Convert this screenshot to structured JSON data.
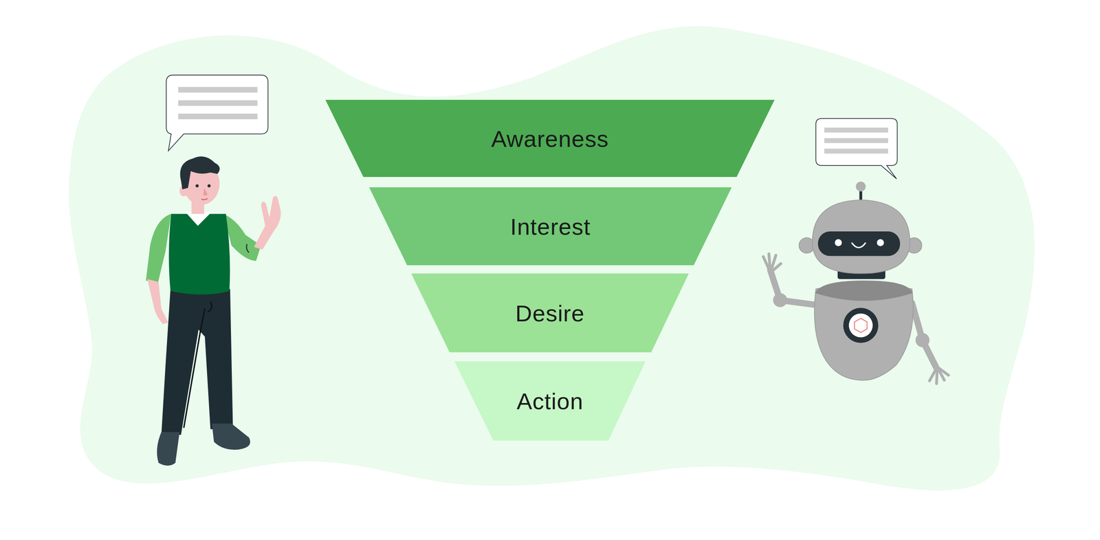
{
  "diagram": {
    "nodes": [
      {
        "text": [
          "Awareness"
        ]
      },
      {
        "text": [
          "Interest"
        ]
      },
      {
        "text": [
          "Desire"
        ]
      },
      {
        "text": [
          "Action"
        ]
      }
    ]
  }
}
